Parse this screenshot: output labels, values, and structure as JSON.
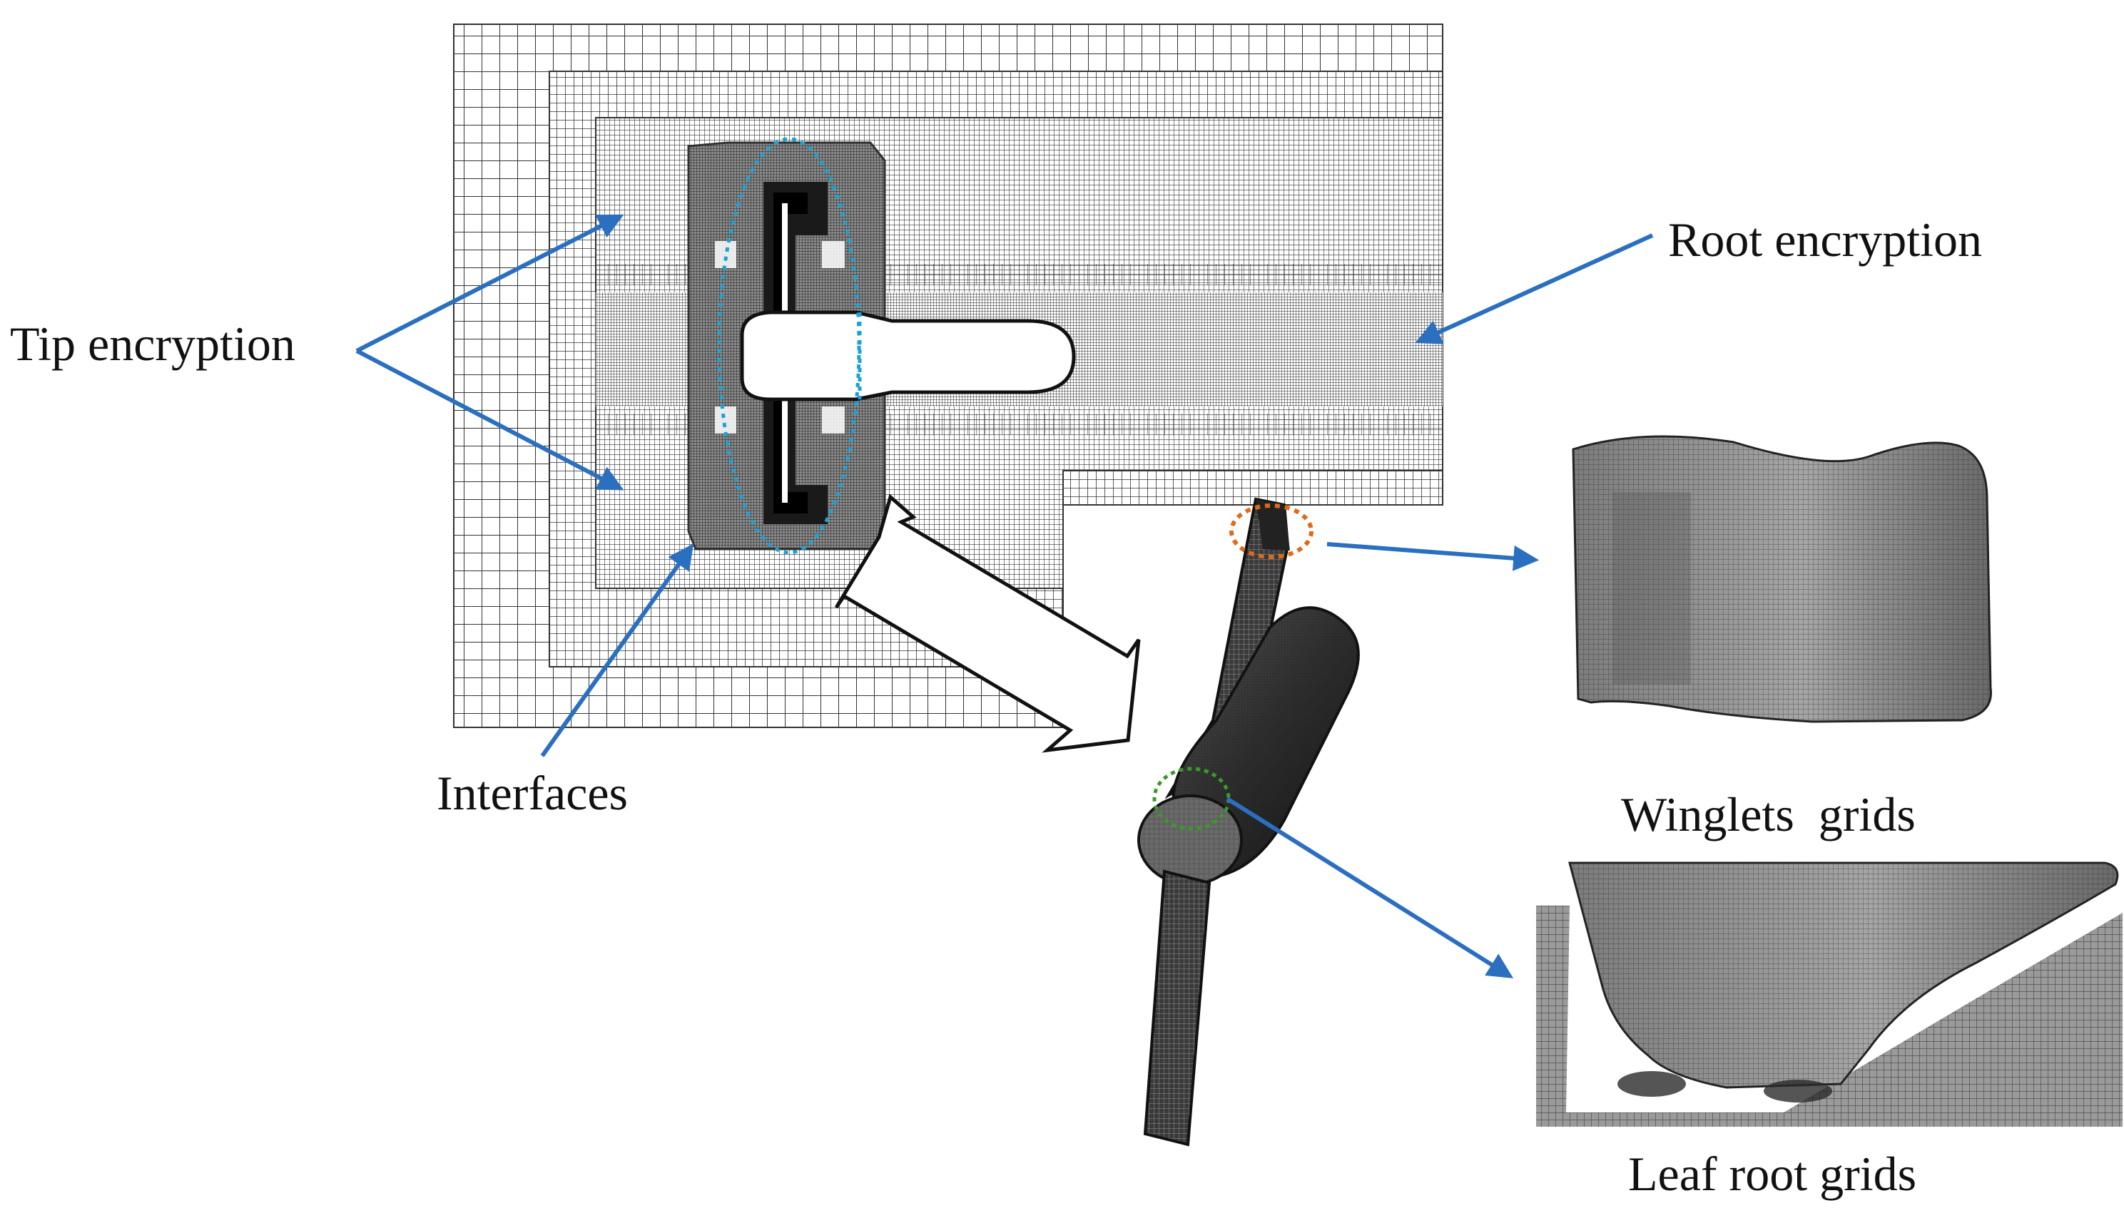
{
  "labels": {
    "tip_encryption": "Tip encryption",
    "root_encryption": "Root encryption",
    "interfaces": "Interfaces",
    "winglets_grids": "Winglets  grids",
    "leaf_root_grids": "Leaf root grids"
  },
  "colors": {
    "arrow": "#2a6fc0",
    "ellipse_blue": "#1aa3d8",
    "ellipse_orange": "#e06a1a",
    "ellipse_green": "#3a9a2a",
    "mesh_line": "#3a3a3a",
    "mesh_dark": "#3d3d3d",
    "surface": "#8a8a8a"
  }
}
